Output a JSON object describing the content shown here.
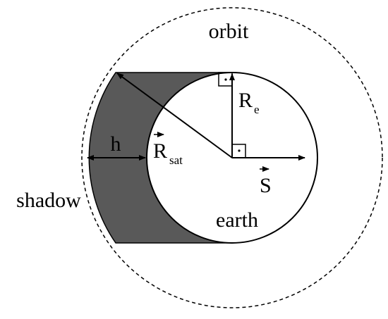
{
  "labels": {
    "orbit": "orbit",
    "earth": "earth",
    "shadow": "shadow",
    "h": "h",
    "r_e": "R",
    "r_e_sub": "e",
    "r_sat": "R",
    "r_sat_sub": "sat",
    "s": "S",
    "right_angle_mark": "·"
  },
  "colors": {
    "shadow_fill": "#595959",
    "stroke": "#000000",
    "background": "#ffffff"
  }
}
